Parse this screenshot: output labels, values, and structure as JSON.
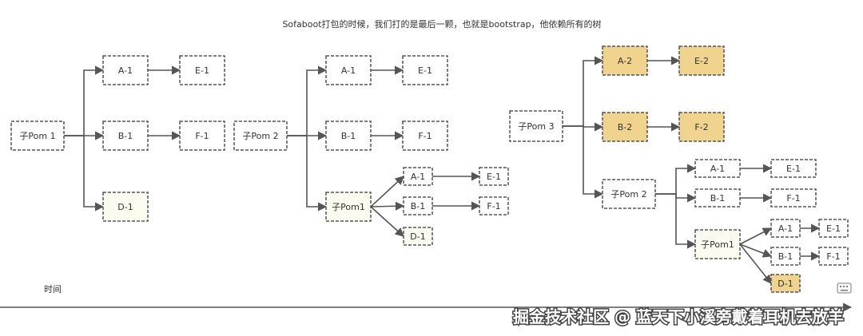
{
  "title": "Sofaboot打包的时候，我们打的是最后一颗，也就是bootstrap，他依赖所有的树",
  "axis_label": "时间",
  "watermark": "掘金技术社区 @ 蓝天下小溪旁戴着耳机去放羊",
  "colors": {
    "highlight": "#f0d48e",
    "cream": "#fbfbf0",
    "line": "#555555"
  },
  "icons": [
    "keyboard-icon"
  ],
  "nodes": [
    {
      "id": "t1-root",
      "label": "子Pom 1",
      "style": "plain"
    },
    {
      "id": "t1-a1",
      "label": "A-1",
      "style": "plain"
    },
    {
      "id": "t1-e1",
      "label": "E-1",
      "style": "plain"
    },
    {
      "id": "t1-b1",
      "label": "B-1",
      "style": "plain"
    },
    {
      "id": "t1-f1",
      "label": "F-1",
      "style": "plain"
    },
    {
      "id": "t1-d1",
      "label": "D-1",
      "style": "cream"
    },
    {
      "id": "t2-root",
      "label": "子Pom 2",
      "style": "plain"
    },
    {
      "id": "t2-a1",
      "label": "A-1",
      "style": "plain"
    },
    {
      "id": "t2-e1",
      "label": "E-1",
      "style": "plain"
    },
    {
      "id": "t2-b1",
      "label": "B-1",
      "style": "plain"
    },
    {
      "id": "t2-f1",
      "label": "F-1",
      "style": "plain"
    },
    {
      "id": "t2-sub",
      "label": "子Pom1",
      "style": "cream"
    },
    {
      "id": "t2-sa1",
      "label": "A-1",
      "style": "plain"
    },
    {
      "id": "t2-se1",
      "label": "E-1",
      "style": "plain"
    },
    {
      "id": "t2-sb1",
      "label": "B-1",
      "style": "plain"
    },
    {
      "id": "t2-sf1",
      "label": "F-1",
      "style": "plain"
    },
    {
      "id": "t2-sd1",
      "label": "D-1",
      "style": "cream"
    },
    {
      "id": "t3-root",
      "label": "子Pom 3",
      "style": "plain"
    },
    {
      "id": "t3-a2",
      "label": "A-2",
      "style": "yellow"
    },
    {
      "id": "t3-e2",
      "label": "E-2",
      "style": "yellow"
    },
    {
      "id": "t3-b2",
      "label": "B-2",
      "style": "yellow"
    },
    {
      "id": "t3-f2",
      "label": "F-2",
      "style": "yellow"
    },
    {
      "id": "t3-sub2",
      "label": "子Pom 2",
      "style": "plain"
    },
    {
      "id": "t3-a1",
      "label": "A-1",
      "style": "plain"
    },
    {
      "id": "t3-e1",
      "label": "E-1",
      "style": "plain"
    },
    {
      "id": "t3-b1",
      "label": "B-1",
      "style": "plain"
    },
    {
      "id": "t3-f1",
      "label": "F-1",
      "style": "plain"
    },
    {
      "id": "t3-sub1",
      "label": "子Pom1",
      "style": "cream"
    },
    {
      "id": "t3-sa1",
      "label": "A-1",
      "style": "plain"
    },
    {
      "id": "t3-se1",
      "label": "E-1",
      "style": "plain"
    },
    {
      "id": "t3-sb1",
      "label": "B-1",
      "style": "plain"
    },
    {
      "id": "t3-sf1",
      "label": "F-1",
      "style": "plain"
    },
    {
      "id": "t3-sd1",
      "label": "D-1",
      "style": "yellow"
    }
  ],
  "edges": [
    [
      "t1-root",
      "t1-a1"
    ],
    [
      "t1-a1",
      "t1-e1"
    ],
    [
      "t1-root",
      "t1-b1"
    ],
    [
      "t1-b1",
      "t1-f1"
    ],
    [
      "t1-root",
      "t1-d1"
    ],
    [
      "t2-root",
      "t2-a1"
    ],
    [
      "t2-a1",
      "t2-e1"
    ],
    [
      "t2-root",
      "t2-b1"
    ],
    [
      "t2-b1",
      "t2-f1"
    ],
    [
      "t2-root",
      "t2-sub"
    ],
    [
      "t2-sub",
      "t2-sa1"
    ],
    [
      "t2-sa1",
      "t2-se1"
    ],
    [
      "t2-sub",
      "t2-sb1"
    ],
    [
      "t2-sb1",
      "t2-sf1"
    ],
    [
      "t2-sub",
      "t2-sd1"
    ],
    [
      "t3-root",
      "t3-a2"
    ],
    [
      "t3-a2",
      "t3-e2"
    ],
    [
      "t3-root",
      "t3-b2"
    ],
    [
      "t3-b2",
      "t3-f2"
    ],
    [
      "t3-root",
      "t3-sub2"
    ],
    [
      "t3-sub2",
      "t3-a1"
    ],
    [
      "t3-a1",
      "t3-e1"
    ],
    [
      "t3-sub2",
      "t3-b1"
    ],
    [
      "t3-b1",
      "t3-f1"
    ],
    [
      "t3-sub2",
      "t3-sub1"
    ],
    [
      "t3-sub1",
      "t3-sa1"
    ],
    [
      "t3-sa1",
      "t3-se1"
    ],
    [
      "t3-sub1",
      "t3-sb1"
    ],
    [
      "t3-sb1",
      "t3-sf1"
    ],
    [
      "t3-sub1",
      "t3-sd1"
    ]
  ]
}
